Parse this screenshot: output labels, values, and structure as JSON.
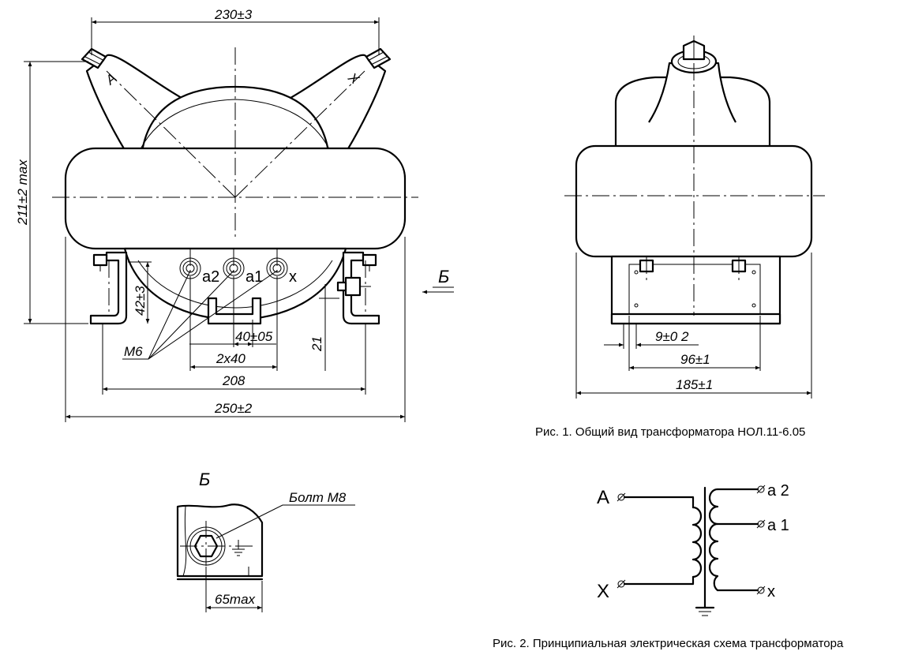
{
  "fig1": {
    "front": {
      "dim_top": "230±3",
      "dim_height": "211±2 max",
      "dim_42": "42±3",
      "dim_21": "21",
      "dim_40": "40±05",
      "dim_2x40": "2x40",
      "dim_208": "208",
      "dim_250": "250±2",
      "thread": "M6",
      "view_mark": "Б",
      "terminal_a": "A",
      "terminal_x": "X",
      "secondary_a2": "a2",
      "secondary_a1": "a1",
      "secondary_x": "x"
    },
    "side": {
      "dim_9": "9±0 2",
      "dim_96": "96±1",
      "dim_185": "185±1"
    },
    "caption": "Рис. 1. Общий вид трансформатора НОЛ.11-6.05"
  },
  "view_b": {
    "title": "Б",
    "bolt": "Болт М8",
    "dim_65": "65max"
  },
  "fig2": {
    "A": "A",
    "X": "X",
    "a2": "a 2",
    "a1": "a 1",
    "x": "x",
    "caption": "Рис. 2. Принципиальная электрическая схема трансформатора"
  }
}
